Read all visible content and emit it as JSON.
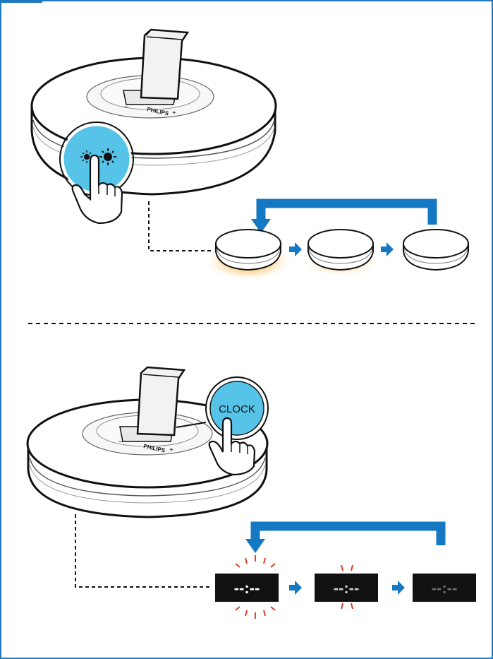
{
  "colors": {
    "frame": "#1f7bbd",
    "accent_blue": "#1478c3",
    "button_fill": "#56c3e8",
    "glow": "#f7a020",
    "blink": "#e23c2a",
    "display_bg": "#111111"
  },
  "top_section": {
    "dock_brand": "PHILIPS",
    "dock_minus": "–",
    "dock_plus": "+",
    "zoom_button_icons": [
      "brightness-low-icon",
      "brightness-high-icon"
    ],
    "states": [
      "bright",
      "dim",
      "off"
    ]
  },
  "bottom_section": {
    "dock_brand": "PHILIPS",
    "dock_minus": "–",
    "dock_plus": "+",
    "clock_button_label": "CLOCK",
    "display_text": "--:--",
    "displays": [
      {
        "state": "blink-strong",
        "color": "#ffffff"
      },
      {
        "state": "blink-weak",
        "color": "#cfcfcf"
      },
      {
        "state": "dim",
        "color": "#6e6e6e"
      }
    ]
  }
}
